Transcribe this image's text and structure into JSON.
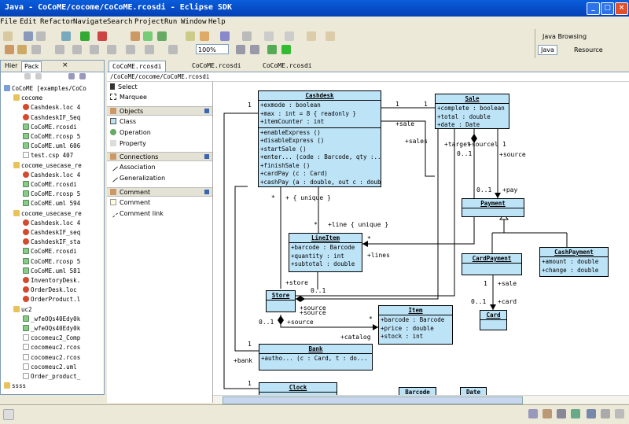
{
  "window": {
    "title": "Java - CoCoME/cocome/CoCoME.rcosdi - Eclipse SDK"
  },
  "menu": [
    "File",
    "Edit",
    "Refactor",
    "Navigate",
    "Search",
    "Project",
    "Run",
    "Window",
    "Help"
  ],
  "toolbar": {
    "zoom": "100%"
  },
  "perspectives": {
    "java_browsing": "Java Browsing",
    "java": "Java",
    "resource": "Resource"
  },
  "left_panel": {
    "tabs": [
      "Hier",
      "Pack"
    ],
    "tree": [
      {
        "label": "CoCoME [examples/CoCo",
        "icon": "proj",
        "indent": 0
      },
      {
        "label": "cocome",
        "icon": "fold",
        "indent": 1
      },
      {
        "label": "Cashdesk.loc 4",
        "icon": "file",
        "indent": 2
      },
      {
        "label": "CashdeskIF_Seq",
        "icon": "file",
        "indent": 2
      },
      {
        "label": "CoCoME.rcosdi",
        "icon": "gif",
        "indent": 2
      },
      {
        "label": "CoCoME.rcosp 5",
        "icon": "gif",
        "indent": 2
      },
      {
        "label": "CoCoME.uml 606",
        "icon": "gif",
        "indent": 2
      },
      {
        "label": "test.csp 407",
        "icon": "doc",
        "indent": 2
      },
      {
        "label": "cocome_usecase_re",
        "icon": "fold",
        "indent": 1
      },
      {
        "label": "Cashdesk.loc 4",
        "icon": "file",
        "indent": 2
      },
      {
        "label": "CoCoME.rcosdi",
        "icon": "gif",
        "indent": 2
      },
      {
        "label": "CoCoME.rcosp 5",
        "icon": "gif",
        "indent": 2
      },
      {
        "label": "CoCoME.uml 594",
        "icon": "gif",
        "indent": 2
      },
      {
        "label": "cocome_usecase_re",
        "icon": "fold",
        "indent": 1
      },
      {
        "label": "Cashdesk.loc 4",
        "icon": "file",
        "indent": 2
      },
      {
        "label": "CashdeskIF_seq",
        "icon": "file",
        "indent": 2
      },
      {
        "label": "CashdeskIF_sta",
        "icon": "file",
        "indent": 2
      },
      {
        "label": "CoCoME.rcosdi",
        "icon": "gif",
        "indent": 2
      },
      {
        "label": "CoCoME.rcosp 5",
        "icon": "gif",
        "indent": 2
      },
      {
        "label": "CoCoME.uml 581",
        "icon": "gif",
        "indent": 2
      },
      {
        "label": "InventoryDesk.",
        "icon": "file",
        "indent": 2
      },
      {
        "label": "OrderDesk.loc",
        "icon": "file",
        "indent": 2
      },
      {
        "label": "OrderProduct.l",
        "icon": "file",
        "indent": 2
      },
      {
        "label": "uc2",
        "icon": "fold",
        "indent": 1
      },
      {
        "label": "_wfeOQs40Edy0k",
        "icon": "gif",
        "indent": 2
      },
      {
        "label": "_wfeOQs40Edy0k",
        "icon": "gif",
        "indent": 2
      },
      {
        "label": "cocomeuc2_Comp",
        "icon": "doc",
        "indent": 2
      },
      {
        "label": "cocomeuc2.rcos",
        "icon": "doc",
        "indent": 2
      },
      {
        "label": "cocomeuc2.rcos",
        "icon": "doc",
        "indent": 2
      },
      {
        "label": "cocomeuc2.uml",
        "icon": "doc",
        "indent": 2
      },
      {
        "label": "Order_product_",
        "icon": "doc",
        "indent": 2
      },
      {
        "label": "ssss",
        "icon": "fold",
        "indent": 0
      }
    ]
  },
  "editor": {
    "tabs": [
      "CoCoME.rcosdi",
      "CoCoME.rcosdi",
      "CoCoME.rcosdi"
    ],
    "path": "/CoCoME/cocome/CoCoME.rcosdi"
  },
  "palette": {
    "tools": [
      "Select",
      "Marquee"
    ],
    "sections": [
      {
        "title": "Objects",
        "items": [
          "Class",
          "Operation",
          "Property"
        ]
      },
      {
        "title": "Connections",
        "items": [
          "Association",
          "Generalization"
        ]
      },
      {
        "title": "Comment",
        "items": [
          "Comment",
          "Comment link"
        ]
      }
    ]
  },
  "diagram": {
    "classes": {
      "cashdesk": {
        "name": "Cashdesk",
        "attrs": [
          "+exmode : boolean",
          "+max : int = 8 { readonly }",
          "+itemCounter : int"
        ],
        "ops": [
          "+enableExpress ()",
          "+disableExpress ()",
          "+startSale ()",
          "+enter... (code : Barcode, qty :...",
          "+finishSale ()",
          "+cardPay (c : Card)",
          "+cashPay (a : double, out c : double)"
        ]
      },
      "sale": {
        "name": "Sale",
        "attrs": [
          "+complete : boolean",
          "+total : double",
          "+date : Date"
        ],
        "ops": []
      },
      "payment": {
        "name": "Payment",
        "attrs": [],
        "ops": []
      },
      "lineitem": {
        "name": "LineItem",
        "attrs": [
          "+barcode : Barcode",
          "+quantity : int",
          "+subtotal : double"
        ],
        "ops": []
      },
      "cardpayment": {
        "name": "CardPayment",
        "attrs": [],
        "ops": []
      },
      "cashpayment": {
        "name": "CashPayment",
        "attrs": [
          "+amount : double",
          "+change : double"
        ],
        "ops": []
      },
      "store": {
        "name": "Store",
        "attrs": [],
        "ops": []
      },
      "item": {
        "name": "Item",
        "attrs": [
          "+barcode : Barcode",
          "+price : double",
          "+stock : int"
        ],
        "ops": []
      },
      "card": {
        "name": "Card",
        "attrs": [],
        "ops": []
      },
      "bank": {
        "name": "Bank",
        "attrs": [],
        "ops": [
          "+autho... (c : Card, t : do..."
        ]
      },
      "clock": {
        "name": "Clock",
        "attrs": [],
        "ops": []
      },
      "barcode": {
        "name": "Barcode",
        "attrs": [],
        "ops": []
      },
      "date": {
        "name": "Date",
        "attrs": [],
        "ops": []
      }
    },
    "labels": {
      "m1a": "1",
      "m1b": "1",
      "m1c": "1",
      "m1d": "1",
      "m1e": "1",
      "m1f": "1",
      "m1g": "1",
      "sale_role": "+sale",
      "sale_role2": "+sales",
      "sale_role3": "+sale",
      "star1": "*",
      "star2": "*",
      "star3": "*",
      "star4": "*",
      "unique": "+ { unique }",
      "line_unique": "+line { unique }",
      "lines": "+lines",
      "store_role": "+store",
      "source1": "+source",
      "source2": "+source",
      "source3": "+source",
      "source4": "+source",
      "catalog": "+catalog",
      "bank_role": "+bank",
      "pay_role": "+pay",
      "card_role": "+card",
      "m01a": "0..1",
      "m01b": "0..1",
      "m01c": "0..1",
      "m01d": "0..1",
      "m01e": "0..1",
      "target": "+target",
      "sourcel": "+sourcel"
    }
  }
}
